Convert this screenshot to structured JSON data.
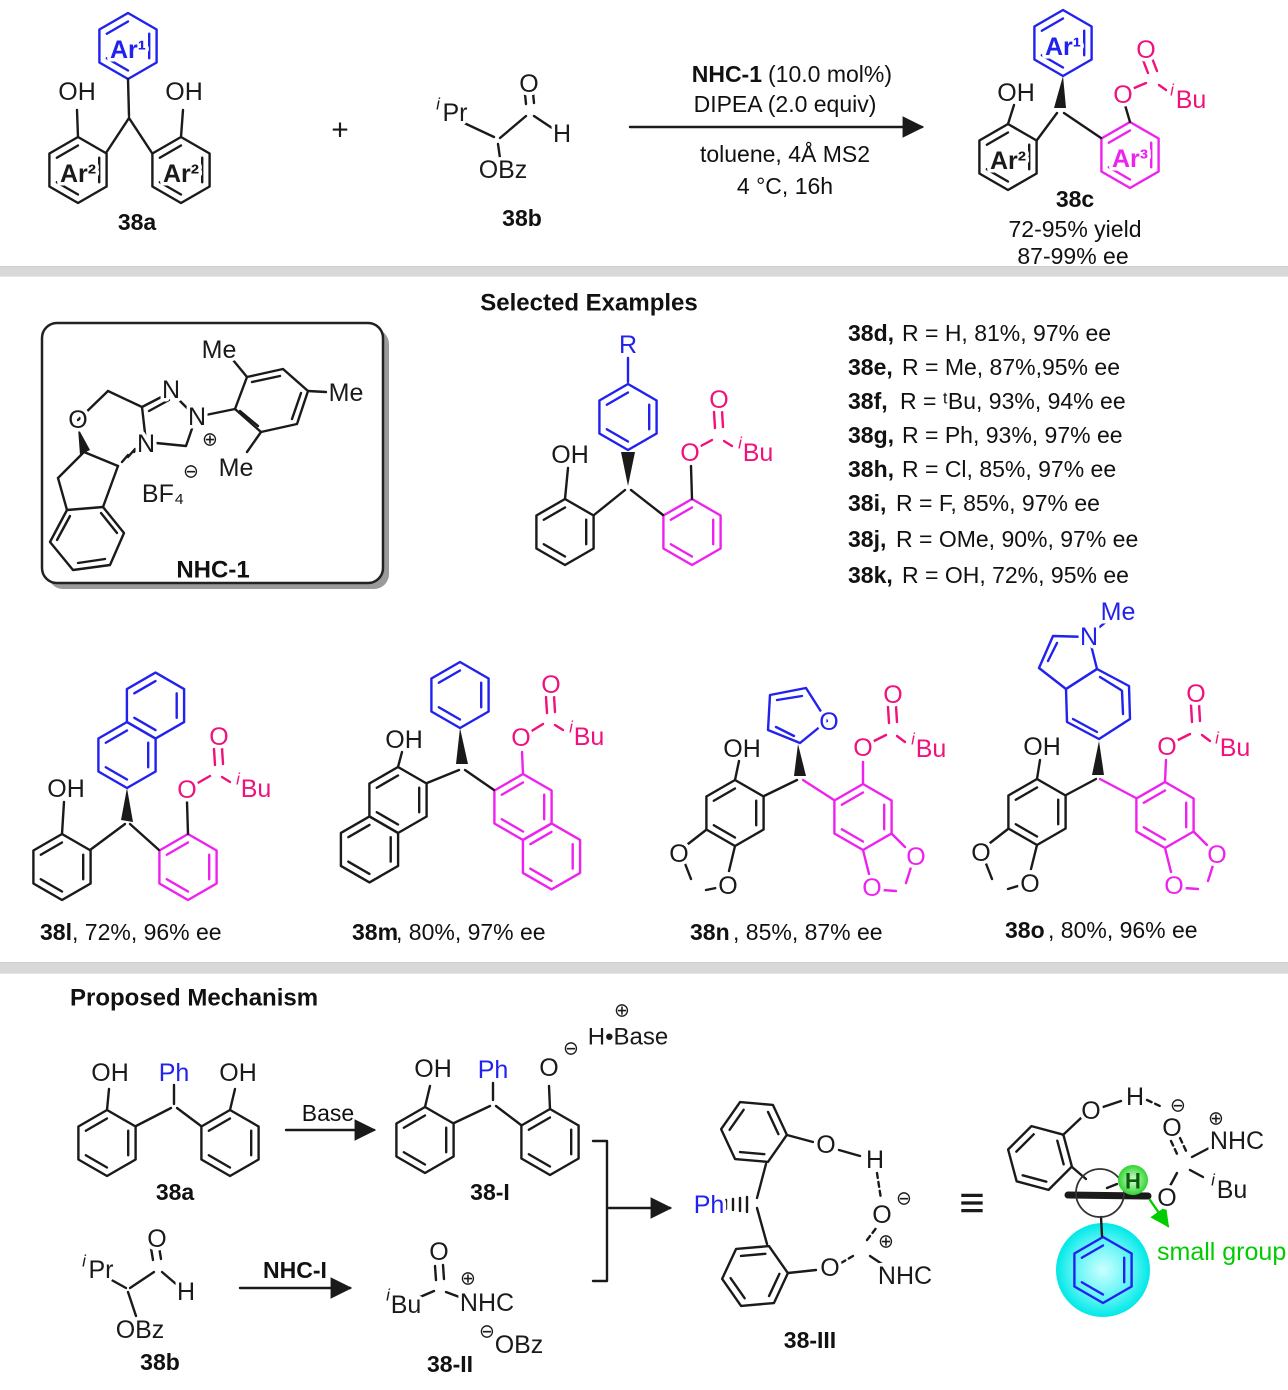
{
  "colors": {
    "blue": "#2222ee",
    "magenta": "#ee22ee",
    "pink": "#f0117c",
    "green": "#00cc00",
    "cyan": "#00e8e8",
    "divider": "#d8d8d8"
  },
  "atoms": {
    "oh": "OH",
    "o": "O",
    "h": "H",
    "n": "N",
    "me": "Me",
    "r": "R",
    "ph": "Ph",
    "i": "i",
    "pr": "Pr",
    "bu": "Bu",
    "obz": "OBz",
    "nhc": "NHC",
    "bf4": "BF₄",
    "plus": "⊕",
    "minus": "⊖",
    "hbase": "H•Base",
    "equiv": "≡",
    "plus_sign": "+"
  },
  "top": {
    "r1_label": "38a",
    "ar1": "Ar¹",
    "ar2": "Ar²",
    "ar3": "Ar³",
    "r2_label": "38b",
    "cond1_bold": "NHC-1",
    "cond1_rest": "(10.0 mol%)",
    "cond2": "DIPEA (2.0 equiv)",
    "cond3": "toluene, 4Å MS2",
    "cond4": "4 °C, 16h",
    "p_label": "38c",
    "p_yield": "72-95% yield",
    "p_ee": "87-99% ee"
  },
  "examples": {
    "heading": "Selected Examples",
    "catalyst_label": "NHC-1",
    "entries": [
      {
        "id": "38d,",
        "rest": "R = H, 81%, 97% ee"
      },
      {
        "id": "38e,",
        "rest": "R = Me, 87%,95% ee"
      },
      {
        "id": "38f,",
        "rest": "R = ᵗBu, 93%, 94% ee"
      },
      {
        "id": "38g,",
        "rest": "R = Ph, 93%, 97% ee"
      },
      {
        "id": "38h,",
        "rest": "R = Cl, 85%, 97% ee"
      },
      {
        "id": "38i,",
        "rest": "R = F, 85%, 97% ee"
      },
      {
        "id": "38j,",
        "rest": "R = OMe, 90%, 97% ee"
      },
      {
        "id": "38k,",
        "rest": "R = OH, 72%, 95% ee"
      }
    ],
    "mol1_id": "38l",
    "mol1_rest": ", 72%, 96% ee",
    "mol2_id": "38m",
    "mol2_rest": ", 80%, 97% ee",
    "mol3_id": "38n",
    "mol3_rest": ", 85%, 87% ee",
    "mol4_id": "38o",
    "mol4_rest": ", 80%, 96% ee"
  },
  "mechanism": {
    "heading": "Proposed Mechanism",
    "m38a_label": "38a",
    "arrow1": "Base",
    "m38I_label": "38-I",
    "m38b_label": "38b",
    "arrow2": "NHC-I",
    "m38II_label": "38-II",
    "m38III_label": "38-III",
    "annotation": "small group"
  }
}
